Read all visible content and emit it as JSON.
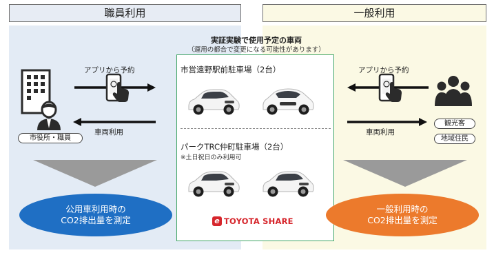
{
  "headers": {
    "staff": "職員利用",
    "public": "一般利用"
  },
  "center": {
    "heading": "実証実験で使用予定の車両",
    "subheading": "（運用の都合で変更になる可能性があります）",
    "parking1": "市営遠野駅前駐車場（2台）",
    "parking2": "パークTRC仲町駐車場（2台）",
    "parking2_note": "※土日祝日のみ利用可",
    "brand": "TOYOTA SHARE"
  },
  "left": {
    "reserve_label": "アプリから予約",
    "use_label": "車両利用",
    "user_tag": "市役所・職員",
    "result_line1": "公用車利用時の",
    "result_line2": "CO2排出量を測定"
  },
  "right": {
    "reserve_label": "アプリから予約",
    "use_label": "車両利用",
    "user_tag1": "観光客",
    "user_tag2": "地域住民",
    "result_line1": "一般利用時の",
    "result_line2": "CO2排出量を測定"
  },
  "colors": {
    "staff_panel": "#e3ebf5",
    "public_panel": "#fbf9e4",
    "center_border": "#3ea463",
    "blue_ellipse": "#1f6fc4",
    "orange_ellipse": "#ec7a2c",
    "toyota_red": "#d6262c"
  },
  "icons": [
    "building-icon",
    "staff-person-icon",
    "smartphone-tap-icon",
    "group-people-icon",
    "car-icon"
  ]
}
